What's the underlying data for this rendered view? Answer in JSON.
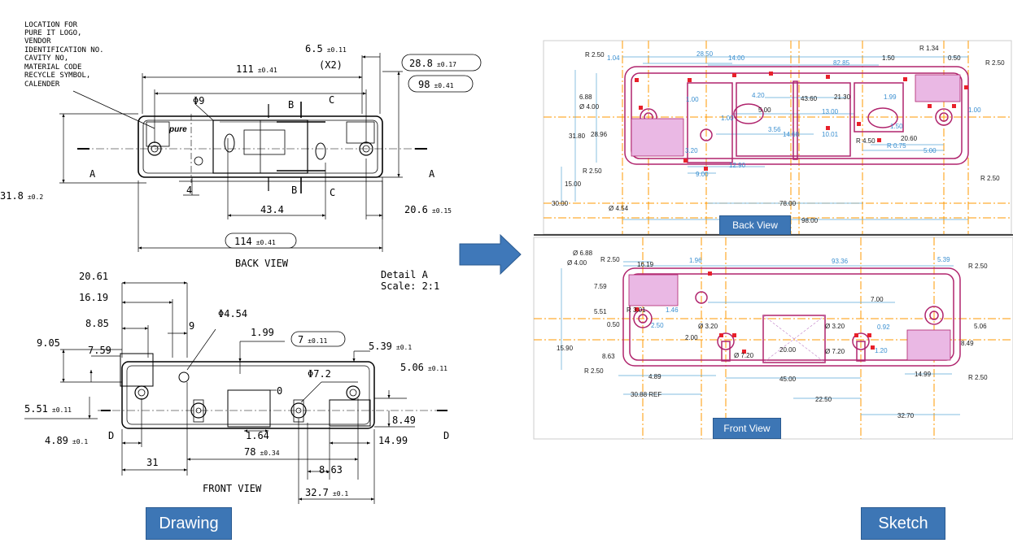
{
  "drawing": {
    "note_lines": [
      "LOCATION FOR",
      "PURE IT LOGO,",
      "VENDOR",
      "IDENTIFICATION NO.",
      "CAVITY NO,",
      "MATERIAL CODE",
      "RECYCLE SYMBOL,",
      "CALENDER"
    ],
    "back_view_title": "BACK VIEW",
    "front_view_title": "FRONT VIEW",
    "detail_label": "Detail A",
    "scale_label": "Scale:  2:1",
    "logo_text": "pure",
    "section_a": "A",
    "section_b": "B",
    "section_c": "C",
    "section_d": "D",
    "back_dims": {
      "d111": "111",
      "d111_tol": "±0.41",
      "x2": "(X2)",
      "d6_5": "6.5",
      "d6_5_tol": "±0.11",
      "d28_8": "28.8",
      "d28_8_tol": "±0.17",
      "d98": "98",
      "d98_tol": "±0.41",
      "phi9": "Φ9",
      "d4": "4",
      "d31_8": "31.8",
      "d31_8_tol": "±0.2",
      "d43_4": "43.4",
      "d20_6": "20.6",
      "d20_6_tol": "±0.15",
      "d114": "114",
      "d114_tol": "±0.41"
    },
    "front_dims": {
      "d20_61": "20.61",
      "d16_19": "16.19",
      "d8_85": "8.85",
      "d9": "9",
      "phi4_54": "Φ4.54",
      "d1_99": "1.99",
      "d7": "7",
      "d7_tol": "±0.11",
      "d5_39": "5.39",
      "d5_39_tol": "±0.1",
      "d9_05": "9.05",
      "d7_59": "7.59",
      "phi7_2": "Φ7.2",
      "d5_06": "5.06",
      "d5_06_tol": "±0.11",
      "d0": "0",
      "d5_51": "5.51",
      "d5_51_tol": "±0.11",
      "d8_49": "8.49",
      "d1_64": "1.64",
      "d4_89": "4.89",
      "d4_89_tol": "±0.1",
      "d14_99": "14.99",
      "d78": "78",
      "d78_tol": "±0.34",
      "d31": "31",
      "d8_63": "8.63",
      "d32_7": "32.7",
      "d32_7_tol": "±0.1"
    }
  },
  "sketch": {
    "back_dims": [
      "R 2.50",
      "1.04",
      "28.50",
      "14.00",
      "82.85",
      "1.50",
      "R 1.34",
      "0.50",
      "R 2.50",
      "6.88",
      "Ø 4.00",
      "1.00",
      "4.20",
      "43.60",
      "21.30",
      "1.99",
      "5.00",
      "13.00",
      "1.00",
      "31.80",
      "28.96",
      "1.00",
      "3.56",
      "14.68",
      "10.01",
      "1.50",
      "R 4.50",
      "20.60",
      "5.00",
      "R 0.75",
      "3.20",
      "12.90",
      "9.00",
      "R 2.50",
      "R 2.50",
      "15.00",
      "78.00",
      "30.00",
      "Ø 4.54",
      "98.00"
    ],
    "front_dims": [
      "Ø 6.88",
      "R 2.50",
      "Ø 4.00",
      "16.19",
      "1.96",
      "93.36",
      "5.39",
      "R 2.50",
      "7.59",
      "R 3.01",
      "1.46",
      "5.51",
      "7.00",
      "0.50",
      "2.50",
      "Ø 3.20",
      "Ø 3.20",
      "0.92",
      "5.06",
      "2.00",
      "Ø 7.20",
      "20.00",
      "Ø 7.20",
      "1.20",
      "15.90",
      "8.63",
      "8.49",
      "R 2.50",
      "4.89",
      "45.00",
      "14.99",
      "R 2.50",
      "30.88 REF",
      "22.50",
      "32.70"
    ],
    "back_view_label": "Back View",
    "front_view_label": "Front View"
  },
  "labels": {
    "drawing": "Drawing",
    "sketch": "Sketch"
  },
  "colors": {
    "arrow": "#3f78b9",
    "label_bg": "#3d76b5",
    "cad_outline": "#b0246d",
    "cad_center": "#ff9900",
    "cad_dim": "#5aa6d6",
    "cad_pink_fill": "#eab8e4",
    "cad_red_pt": "#e8202a"
  }
}
